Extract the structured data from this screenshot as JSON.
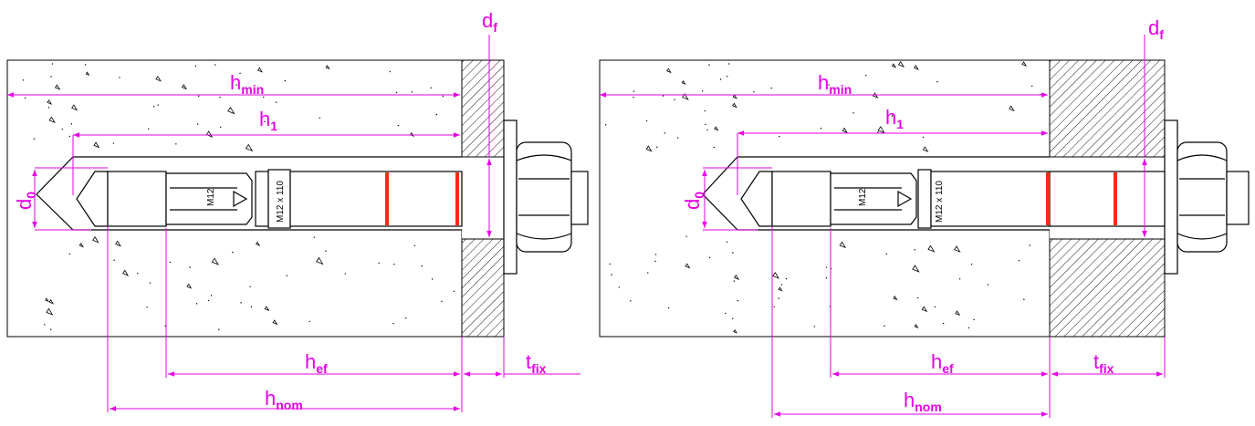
{
  "colors": {
    "dimension": "#e600e6",
    "marker": "#ff2a10",
    "outline": "#000000",
    "concrete": "#ffffff",
    "hatch": "#000000"
  },
  "views": [
    {
      "id": "left",
      "labels": {
        "d_f": {
          "base": "d",
          "sub": "f"
        },
        "h_min": {
          "base": "h",
          "sub": "min"
        },
        "h_1": {
          "base": "h",
          "sub": "1"
        },
        "d_0": {
          "base": "d",
          "sub": "0"
        },
        "h_ef": {
          "base": "h",
          "sub": "ef"
        },
        "t_fix": {
          "base": "t",
          "sub": "fix"
        },
        "h_nom": {
          "base": "h",
          "sub": "nom"
        }
      },
      "anchor_markings": {
        "size_text": "M12",
        "length_text": "M12 x 110"
      }
    },
    {
      "id": "right",
      "labels": {
        "d_f": {
          "base": "d",
          "sub": "f"
        },
        "h_min": {
          "base": "h",
          "sub": "min"
        },
        "h_1": {
          "base": "h",
          "sub": "1"
        },
        "d_0": {
          "base": "d",
          "sub": "0"
        },
        "h_ef": {
          "base": "h",
          "sub": "ef"
        },
        "t_fix": {
          "base": "t",
          "sub": "fix"
        },
        "h_nom": {
          "base": "h",
          "sub": "nom"
        }
      },
      "anchor_markings": {
        "size_text": "M12",
        "length_text": "M12 x 110"
      }
    }
  ]
}
